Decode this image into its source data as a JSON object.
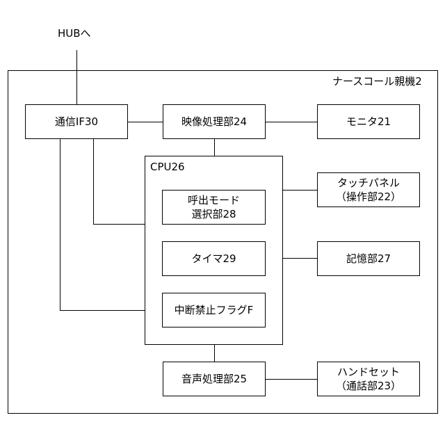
{
  "external": {
    "hub_label": "HUBへ"
  },
  "parent_unit": {
    "label": "ナースコール親機2"
  },
  "blocks": {
    "comm_if": "通信IF30",
    "video": "映像処理部24",
    "monitor": "モニタ21",
    "cpu": "CPU26",
    "call_mode": "呼出モード\n選択部28",
    "timer": "タイマ29",
    "interrupt_flag": "中断禁止フラグF",
    "touch_panel": "タッチパネル\n（操作部22）",
    "storage": "記憶部27",
    "audio": "音声処理部25",
    "handset": "ハンドセット\n（通話部23）"
  }
}
